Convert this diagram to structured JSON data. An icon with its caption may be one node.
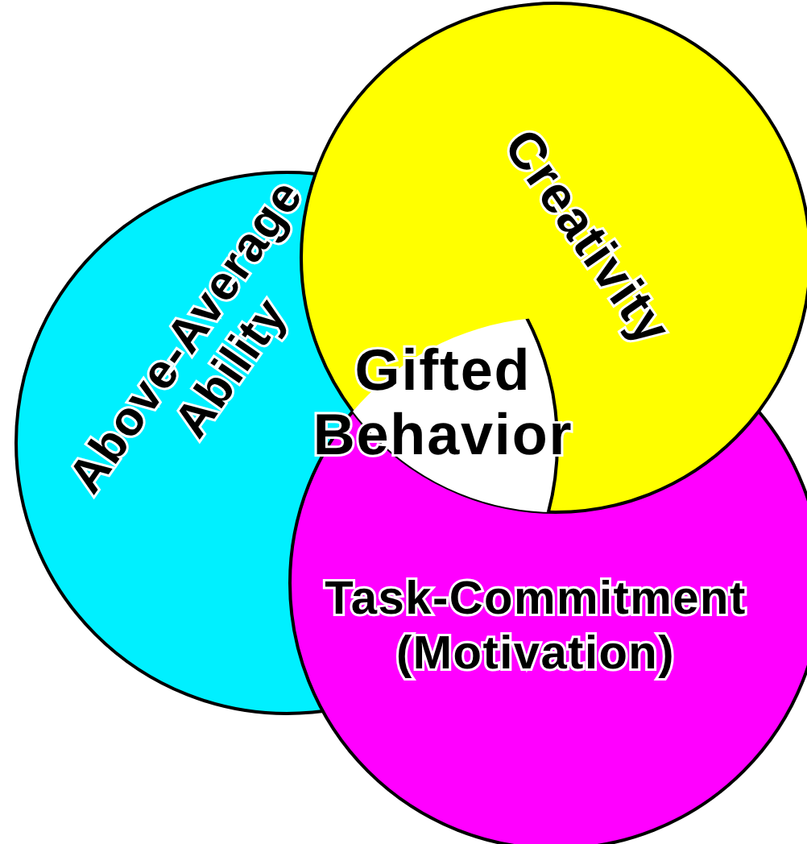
{
  "diagram": {
    "nodes": [
      {
        "text": [
          "Above-Average Ability"
        ]
      },
      {
        "text": [
          "Creativity"
        ]
      },
      {
        "text": [
          "Task-Commitment (Motivation)"
        ]
      },
      {
        "text": [
          "Gifted Behavior"
        ]
      }
    ]
  }
}
